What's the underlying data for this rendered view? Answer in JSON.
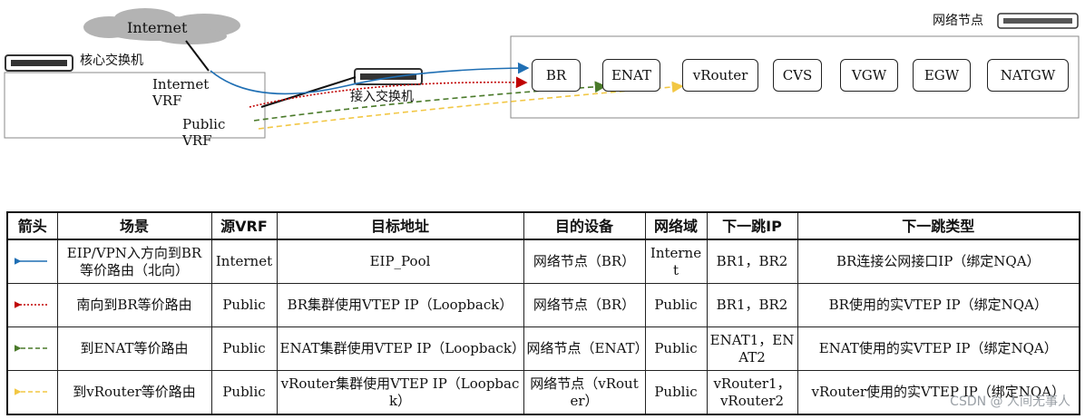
{
  "diagram": {
    "cloud_label": "Internet",
    "core_switch_label": "核心交换机",
    "internet_vrf_label": "Internet\nVRF",
    "public_vrf_label": "Public\nVRF",
    "access_switch_label": "接入交换机",
    "network_node_label": "网络节点",
    "nodes": [
      "BR",
      "ENAT",
      "vRouter",
      "CVS",
      "VGW",
      "EGW",
      "NATGW"
    ]
  },
  "colors": {
    "north_arrow": "#1f6fb4",
    "south_arrow": "#c00000",
    "enat_arrow": "#4a7a2a",
    "vrouter_arrow": "#f2c744"
  },
  "legend": {
    "headers": [
      "箭头",
      "场景",
      "源VRF",
      "目标地址",
      "目的设备",
      "网络域",
      "下一跳IP",
      "下一跳类型"
    ],
    "rows": [
      {
        "arrow": "blue-solid-left-arrow",
        "scene": "EIP/VPN入方向到BR等价路由（北向）",
        "src_vrf": "Internet",
        "dest": "EIP_Pool",
        "device": "网络节点（BR）",
        "domain": "Internet",
        "next_hop": "BR1，BR2",
        "next_hop_type": "BR连接公网接口IP（绑定NQA）"
      },
      {
        "arrow": "red-dotted-left-arrow",
        "scene": "南向到BR等价路由",
        "src_vrf": "Public",
        "dest": "BR集群使用VTEP IP（Loopback）",
        "device": "网络节点（BR）",
        "domain": "Public",
        "next_hop": "BR1，BR2",
        "next_hop_type": "BR使用的实VTEP IP（绑定NQA）"
      },
      {
        "arrow": "green-dashed-left-arrow",
        "scene": "到ENAT等价路由",
        "src_vrf": "Public",
        "dest": "ENAT集群使用VTEP IP（Loopback）",
        "device": "网络节点（ENAT）",
        "domain": "Public",
        "next_hop": "ENAT1，ENAT2",
        "next_hop_type": "ENAT使用的实VTEP IP（绑定NQA）"
      },
      {
        "arrow": "yellow-dashed-left-arrow",
        "scene": "到vRouter等价路由",
        "src_vrf": "Public",
        "dest": "vRouter集群使用VTEP IP（Loopback）",
        "device": "网络节点（vRouter）",
        "domain": "Public",
        "next_hop": "vRouter1，vRouter2",
        "next_hop_type": "vRouter使用的实VTEP IP（绑定NQA）"
      }
    ]
  },
  "watermark": "CSDN @ 人间无事人"
}
